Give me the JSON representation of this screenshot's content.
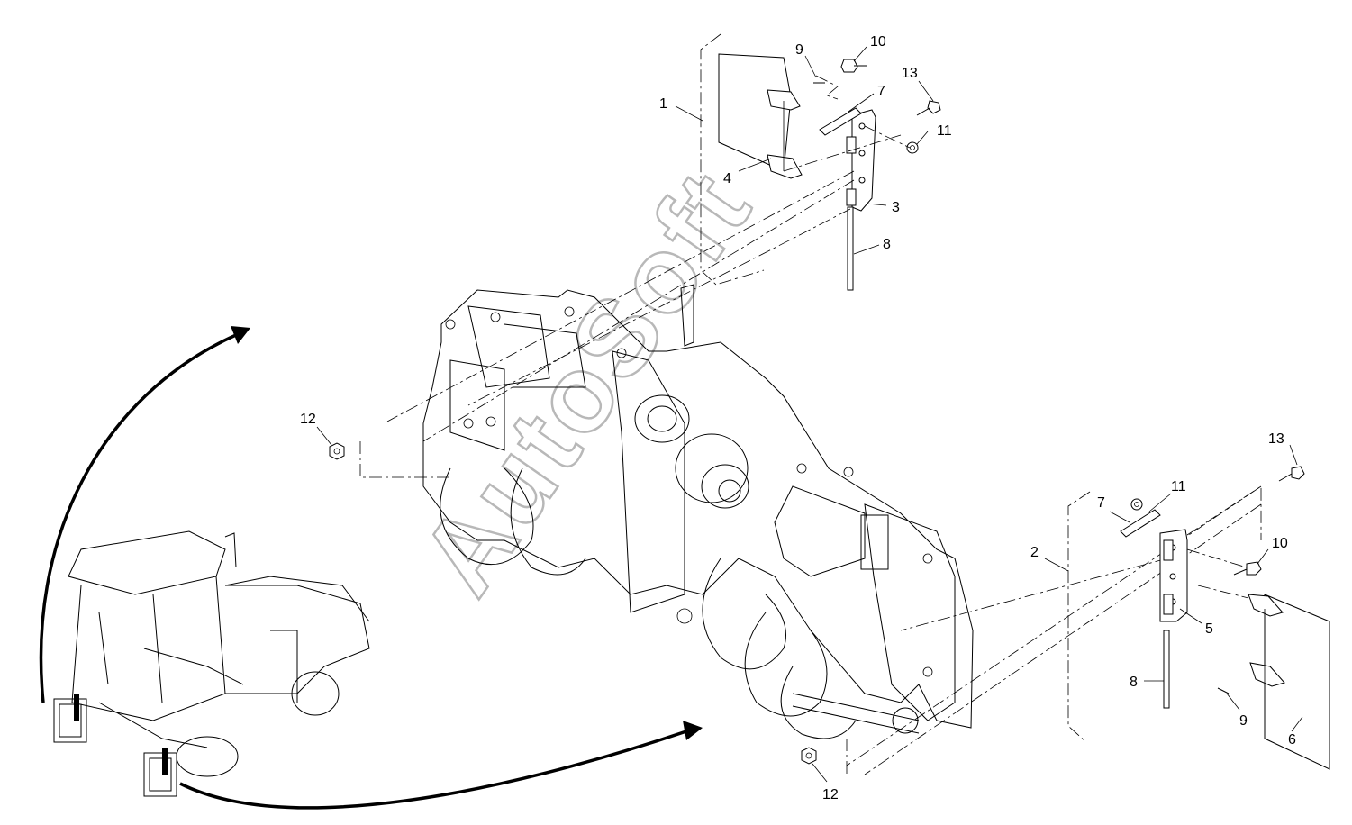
{
  "diagram": {
    "watermark": "AutoSoft",
    "callouts": {
      "c1": "1",
      "c2": "2",
      "c3": "3",
      "c4": "4",
      "c5": "5",
      "c6": "6",
      "c7a": "7",
      "c7b": "7",
      "c8a": "8",
      "c8b": "8",
      "c9a": "9",
      "c9b": "9",
      "c10a": "10",
      "c10b": "10",
      "c11a": "11",
      "c11b": "11",
      "c12a": "12",
      "c12b": "12",
      "c13a": "13",
      "c13b": "13"
    }
  }
}
